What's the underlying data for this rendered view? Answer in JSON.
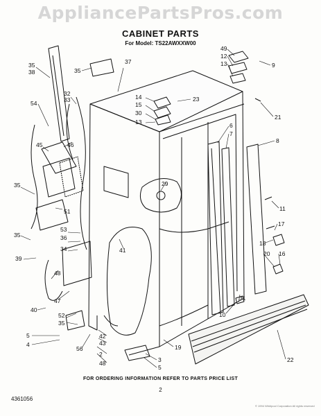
{
  "watermark": "AppliancePartsPros.com",
  "title": "CABINET PARTS",
  "subtitle": "For Model: TS22AWXXW00",
  "footer_note": "FOR ORDERING INFORMATION REFER TO PARTS PRICE LIST",
  "page_number": "2",
  "doc_number": "4361056",
  "copyright": "© 1994 Whirlpool Corporation All rights reserved",
  "callouts": {
    "c35a": "35",
    "c38": "38",
    "c35b": "35",
    "c37": "37",
    "c32": "32",
    "c33": "33",
    "c54": "54",
    "c45": "45",
    "c46": "46",
    "c35c": "35",
    "c51": "51",
    "c53": "53",
    "c36": "36",
    "c35d": "35",
    "c34": "34",
    "c39": "39",
    "c48a": "48",
    "c47": "47",
    "c52": "52",
    "c35e": "35",
    "c40": "40",
    "c5a": "5",
    "c4": "4",
    "c56": "56",
    "c42": "42",
    "c43": "43",
    "c2": "2",
    "c48b": "48",
    "c41": "41",
    "c14": "14",
    "c15": "15",
    "c30": "30",
    "c13a": "13",
    "c23": "23",
    "c29": "29",
    "c49": "49",
    "c12": "12",
    "c13b": "13",
    "c9": "9",
    "c21": "21",
    "c6": "6",
    "c7": "7",
    "c8": "8",
    "c11": "11",
    "c17": "17",
    "c18": "18",
    "c20": "20",
    "c16": "16",
    "c31": "31",
    "c10": "10",
    "c19": "19",
    "c3": "3",
    "c5b": "5",
    "c22": "22"
  }
}
